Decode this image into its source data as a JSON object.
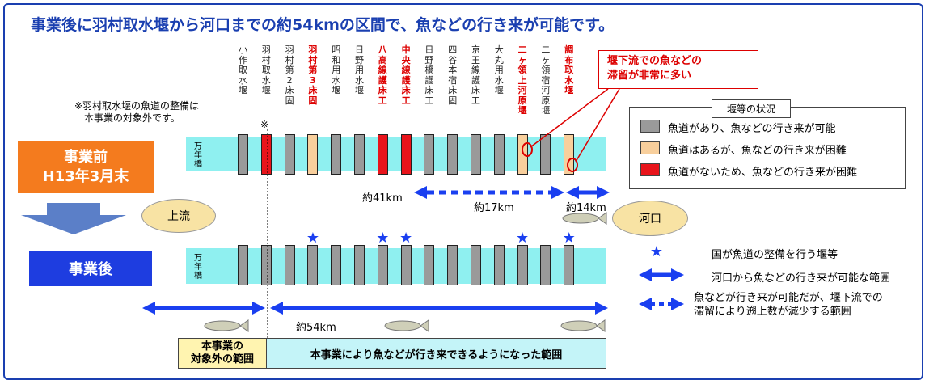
{
  "title": "事業後に羽村取水堰から河口までの約54kmの区間で、魚などの行き来が可能です。",
  "note": [
    "※羽村取水堰の魚道の整備は",
    "本事業の対象外です。"
  ],
  "asterisk": "※",
  "weirs": [
    {
      "name": "小作取水堰",
      "red_label": false
    },
    {
      "name": "羽村取水堰",
      "red_label": false
    },
    {
      "name": "羽村第2床固",
      "red_label": false
    },
    {
      "name": "羽村第3床固",
      "red_label": true
    },
    {
      "name": "昭和用水堰",
      "red_label": false
    },
    {
      "name": "日野用水堰",
      "red_label": false
    },
    {
      "name": "八高線護床工",
      "red_label": true
    },
    {
      "name": "中央線護床工",
      "red_label": true
    },
    {
      "name": "日野橋護床工",
      "red_label": false
    },
    {
      "name": "四谷本宿床固",
      "red_label": false
    },
    {
      "name": "京王線護床工",
      "red_label": false
    },
    {
      "name": "大丸用水堰",
      "red_label": false
    },
    {
      "name": "二ヶ領上河原堰",
      "red_label": true
    },
    {
      "name": "二ヶ領宿河原堰",
      "red_label": false
    },
    {
      "name": "調布取水堰",
      "red_label": true
    }
  ],
  "before": {
    "label_line1": "事業前",
    "label_line2": "H13年3月末",
    "bridge": "万年橋",
    "weir_status": [
      "passable",
      "none",
      "passable",
      "difficult",
      "passable",
      "passable",
      "none",
      "none",
      "passable",
      "passable",
      "passable",
      "passable",
      "difficult",
      "passable",
      "difficult"
    ],
    "distances": {
      "d41": "約41km",
      "d17": "約17km",
      "d14": "約14km"
    }
  },
  "after": {
    "label": "事業後",
    "bridge": "万年橋",
    "stars_at": [
      3,
      6,
      7,
      12,
      14
    ],
    "distance": "約54km"
  },
  "upstream": "上流",
  "estuary": "河口",
  "callout": [
    "堰下流での魚などの",
    "滞留が非常に多い"
  ],
  "status_legend": {
    "title": "堰等の状況",
    "items": [
      {
        "status": "passable",
        "text": "魚道があり、魚などの行き来が可能"
      },
      {
        "status": "difficult",
        "text": "魚道はあるが、魚などの行き来が困難"
      },
      {
        "status": "none",
        "text": "魚道がないため、魚などの行き来が困難"
      }
    ]
  },
  "symbol_legend": [
    {
      "symbol": "star",
      "text": "国が魚道の整備を行う堰等"
    },
    {
      "symbol": "solid-arrow",
      "text": "河口から魚などの行き来が可能な範囲"
    },
    {
      "symbol": "dashed-arrow",
      "text": "魚などが行き来が可能だが、堰下流での",
      "text2": "滞留により遡上数が減少する範囲"
    }
  ],
  "bottom": {
    "outside_line1": "本事業の",
    "outside_line2": "対象外の範囲",
    "inside": "本事業により魚などが行き来できるようになった範囲"
  },
  "colors": {
    "passable": "#9a9a9a",
    "difficult": "#f8cf9c",
    "none": "#e8141b",
    "river": "#8ff0f0",
    "arrow": "#1a3ff0",
    "star": "#1a3ff0",
    "before_box": "#f47b1e",
    "after_box": "#1e3de0"
  }
}
